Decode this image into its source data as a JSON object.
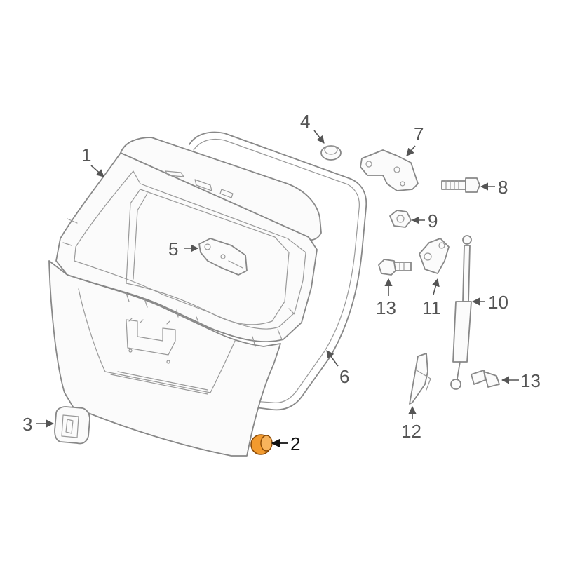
{
  "callouts": {
    "c1": "1",
    "c2": "2",
    "c3": "3",
    "c4": "4",
    "c5": "5",
    "c6": "6",
    "c7": "7",
    "c8": "8",
    "c9": "9",
    "c10": "10",
    "c11": "11",
    "c12": "12",
    "c13a": "13",
    "c13b": "13"
  },
  "colors": {
    "line": "#888888",
    "label": "#555555",
    "highlight_fill": "#f29a2e",
    "highlight_stroke": "#8a4a06"
  },
  "highlighted_part": "2"
}
